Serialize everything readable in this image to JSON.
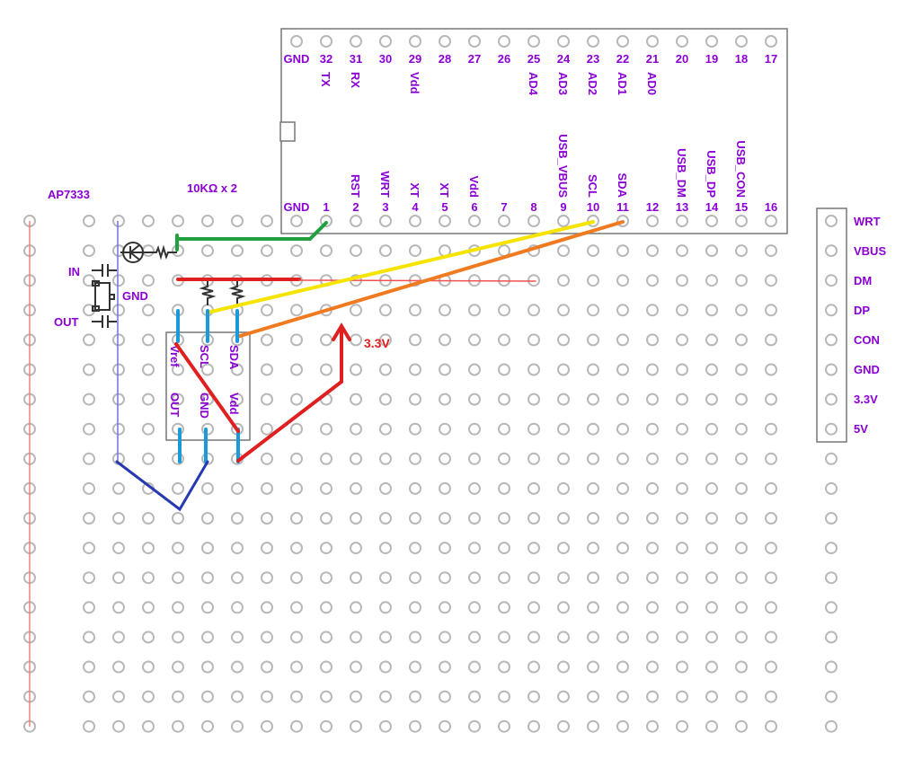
{
  "regulator_label": "AP7333",
  "resistor_label": "10KΩ x 2",
  "regulator_pins": {
    "in": "IN",
    "gnd": "GND",
    "out": "OUT"
  },
  "voltage_annotation": "3.3V",
  "module": {
    "top_numbers": [
      "GND",
      "32",
      "31",
      "30",
      "29",
      "28",
      "27",
      "26",
      "25",
      "24",
      "23",
      "22",
      "21",
      "20",
      "19",
      "18",
      "17"
    ],
    "top_functions": [
      "",
      "TX",
      "RX",
      "",
      "Vdd",
      "",
      "",
      "",
      "AD4",
      "AD3",
      "AD2",
      "AD1",
      "AD0",
      "",
      "",
      "",
      ""
    ],
    "bottom_numbers": [
      "GND",
      "1",
      "2",
      "3",
      "4",
      "5",
      "6",
      "7",
      "8",
      "9",
      "10",
      "11",
      "12",
      "13",
      "14",
      "15",
      "16"
    ],
    "bottom_functions": [
      "",
      "",
      "RST",
      "WRT",
      "XT",
      "XT",
      "Vdd",
      "",
      "",
      "USB_VBUS",
      "SCL",
      "SDA",
      "",
      "USB_DM",
      "USB_DP",
      "USB_CON",
      ""
    ]
  },
  "sensor_pins": {
    "top": [
      "Vref",
      "SCL",
      "SDA"
    ],
    "bottom": [
      "OUT",
      "GND",
      "Vdd"
    ]
  },
  "connector_pins": [
    "WRT",
    "VBUS",
    "DM",
    "DP",
    "CON",
    "GND",
    "3.3V",
    "5V"
  ],
  "colors": {
    "label": "#8a00d4",
    "hole": "#b8b8b8",
    "red": "#e02020",
    "yellow": "#f5e400",
    "orange": "#f07a20",
    "green": "#20a040",
    "blue": "#1a9ad8",
    "navy": "#2838b0",
    "rail_blue": "#6060e0"
  }
}
